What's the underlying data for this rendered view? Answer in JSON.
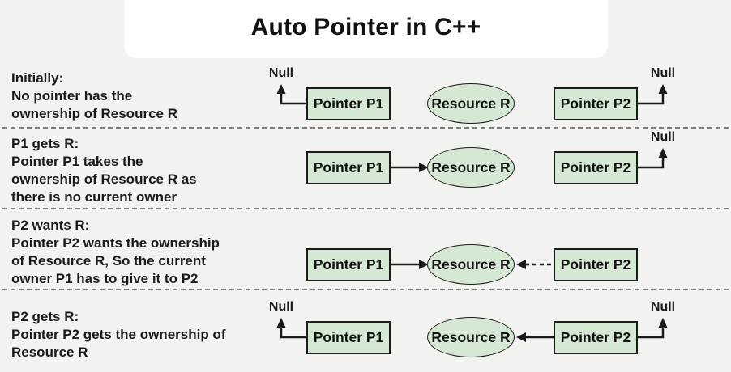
{
  "title": "Auto Pointer in C++",
  "node_labels": {
    "p1": "Pointer P1",
    "p2": "Pointer P2",
    "resource": "Resource R",
    "null_label": "Null"
  },
  "rows": [
    {
      "heading": "Initially:",
      "lines": [
        "No pointer has the",
        "ownership of Resource R"
      ]
    },
    {
      "heading": "P1 gets R:",
      "lines": [
        "Pointer P1 takes the",
        "ownership of Resource R as",
        "there is no current owner"
      ]
    },
    {
      "heading": "P2 wants R:",
      "lines": [
        "Pointer P2 wants the ownership",
        "of Resource R, So the current",
        "owner P1 has to give it to P2"
      ]
    },
    {
      "heading": "P2 gets R:",
      "lines": [
        "Pointer P2 gets the ownership of",
        "Resource R"
      ]
    }
  ],
  "colors": {
    "bg": "#f2f2f0",
    "node_fill": "#d5e8d4",
    "node_stroke": "#1b1b1b",
    "ink": "#1a1a1a",
    "separator": "#7d7d7d",
    "title_bg": "#ffffff"
  }
}
